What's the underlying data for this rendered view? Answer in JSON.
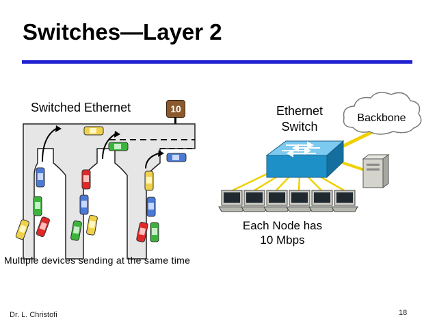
{
  "slide": {
    "title": "Switches—Layer 2",
    "left_label": "Switched Ethernet",
    "speed_sign": "10",
    "switch_label_line1": "Ethernet",
    "switch_label_line2": "Switch",
    "backbone_label": "Backbone",
    "node_label_line1": "Each Node has",
    "node_label_line2": "10 Mbps",
    "caption": "Multiple devices sending at the same time",
    "author": "Dr. L. Christofi",
    "page_number": "18"
  },
  "colors": {
    "title_rule": "#1f1fd0",
    "switch_body": "#1e90c8",
    "cable": "#f0d000",
    "cloud_line": "#7a7a7a",
    "road": "#e6e6e6"
  },
  "icons": [
    "speed-limit-sign-icon",
    "ethernet-switch-icon",
    "cloud-icon",
    "server-tower-icon",
    "computer-terminal-icon",
    "car-icon"
  ]
}
